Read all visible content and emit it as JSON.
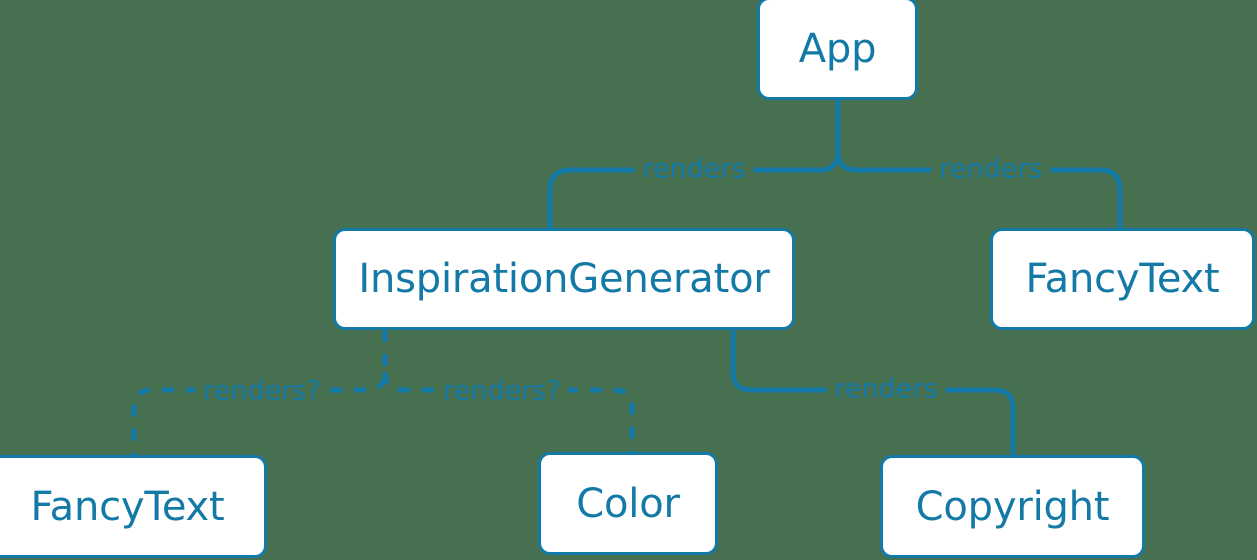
{
  "diagram": {
    "type": "component-tree",
    "background_color": "#477050",
    "accent_color": "#1379A7",
    "node_fill_color": "#ffffff",
    "nodes": [
      {
        "id": "app",
        "label": "App"
      },
      {
        "id": "inspiration-generator",
        "label": "InspirationGenerator"
      },
      {
        "id": "fancytext-right",
        "label": "FancyText"
      },
      {
        "id": "fancytext-bottom",
        "label": "FancyText"
      },
      {
        "id": "color",
        "label": "Color"
      },
      {
        "id": "copyright",
        "label": "Copyright"
      }
    ],
    "edges": [
      {
        "id": "app-to-inspiration",
        "from": "app",
        "to": "inspiration-generator",
        "label": "renders",
        "style": "solid"
      },
      {
        "id": "app-to-fancytext",
        "from": "app",
        "to": "fancytext-right",
        "label": "renders",
        "style": "solid"
      },
      {
        "id": "inspiration-to-fancytext",
        "from": "inspiration-generator",
        "to": "fancytext-bottom",
        "label": "renders?",
        "style": "dashed"
      },
      {
        "id": "inspiration-to-color",
        "from": "inspiration-generator",
        "to": "color",
        "label": "renders?",
        "style": "dashed"
      },
      {
        "id": "inspiration-to-copyright",
        "from": "inspiration-generator",
        "to": "copyright",
        "label": "renders",
        "style": "solid"
      }
    ]
  }
}
